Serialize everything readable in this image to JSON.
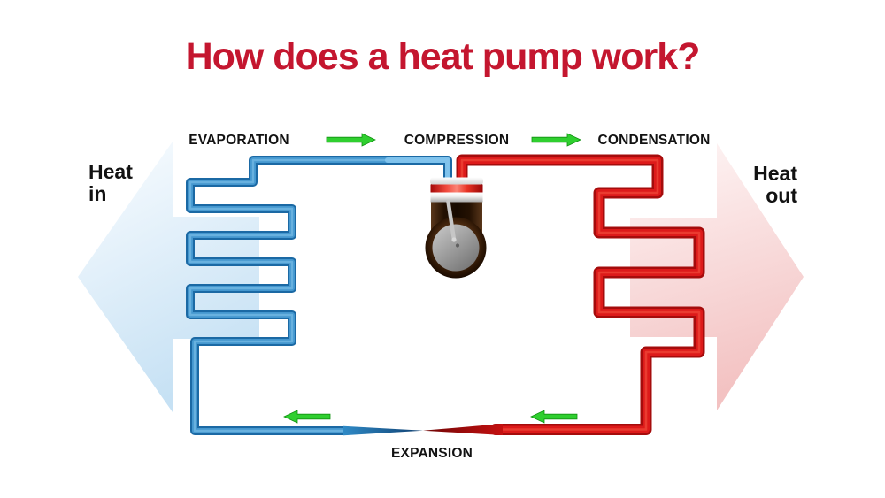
{
  "title": "How does a heat pump work?",
  "stages": {
    "evaporation": "EVAPORATION",
    "compression": "COMPRESSION",
    "condensation": "CONDENSATION",
    "expansion": "EXPANSION"
  },
  "side_labels": {
    "heat_in": "Heat\nin",
    "heat_out": "Heat\nout"
  },
  "flow": {
    "top_arrows_direction": "right",
    "bottom_arrows_direction": "left"
  },
  "colors": {
    "title_text": "#C4162F",
    "label_text": "#121212",
    "evaporator_pipe_outer": "#1B69A4",
    "evaporator_pipe_inner": "#4497CF",
    "condenser_pipe_outer": "#A50C0C",
    "condenser_pipe_inner": "#DD1A1A",
    "flow_arrow_green": "#2FCF2F",
    "heat_in_arrow": "#CBE3F5",
    "heat_out_arrow": "#F4C4C4",
    "compressor_body": "#241102"
  }
}
